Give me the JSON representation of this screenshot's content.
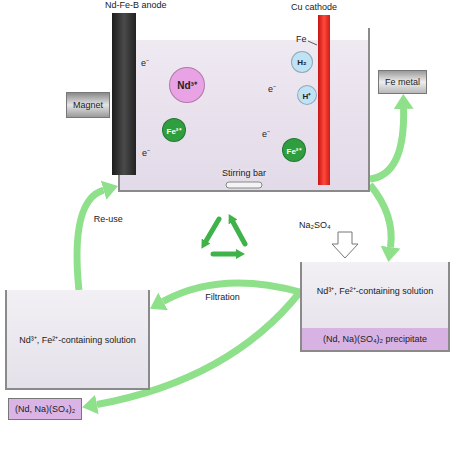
{
  "diagram": {
    "nodes": [
      {
        "text": [
          "Stirring bar"
        ]
      },
      {
        "text": [
          "Nd³⁺"
        ],
        "in": 0
      },
      {
        "text": [
          "Fe²⁺"
        ],
        "in": 0
      },
      {
        "text": [
          "H₂"
        ],
        "in": 0
      },
      {
        "text": [
          "H⁺"
        ],
        "in": 0
      },
      {
        "text": [
          "Fe²⁺"
        ],
        "in": 0
      },
      {
        "text": [
          "Nd-Fe-B anode"
        ]
      },
      {
        "text": [
          "Cu cathode"
        ]
      },
      {
        "text": [
          "Magnet"
        ]
      },
      {
        "text": [
          "Fe metal"
        ]
      },
      {
        "text": [
          "Nd³⁺, Fe²⁺-containing solution",
          "(Nd, Na)(SO₄)₂ precipitate"
        ]
      },
      {
        "text": [
          "Nd³⁺, Fe²⁺-containing solution"
        ]
      },
      {
        "text": [
          "(Nd, Na)(SO₄)₂"
        ]
      }
    ],
    "edges": [
      {
        "from": 0,
        "to": 9,
        "arrow": "to"
      },
      {
        "from": 0,
        "to": 10,
        "arrow": "to"
      },
      {
        "from": 10,
        "to": 11,
        "label": "Filtration",
        "arrow": "to"
      },
      {
        "from": 10,
        "to": 12,
        "arrow": "to"
      },
      {
        "from": 11,
        "to": 0,
        "label": "Re-use",
        "arrow": "to"
      },
      {
        "from": 6,
        "to": 1,
        "arrow": "to"
      },
      {
        "from": 6,
        "to": 2,
        "arrow": "to"
      },
      {
        "from": 4,
        "to": 3,
        "arrow": "to"
      },
      {
        "from": 5,
        "to": 7,
        "arrow": "to"
      }
    ],
    "labels": [
      "Fe",
      "Na₂SO₄",
      "e⁻",
      "e⁻",
      "e⁻",
      "e⁻"
    ]
  }
}
